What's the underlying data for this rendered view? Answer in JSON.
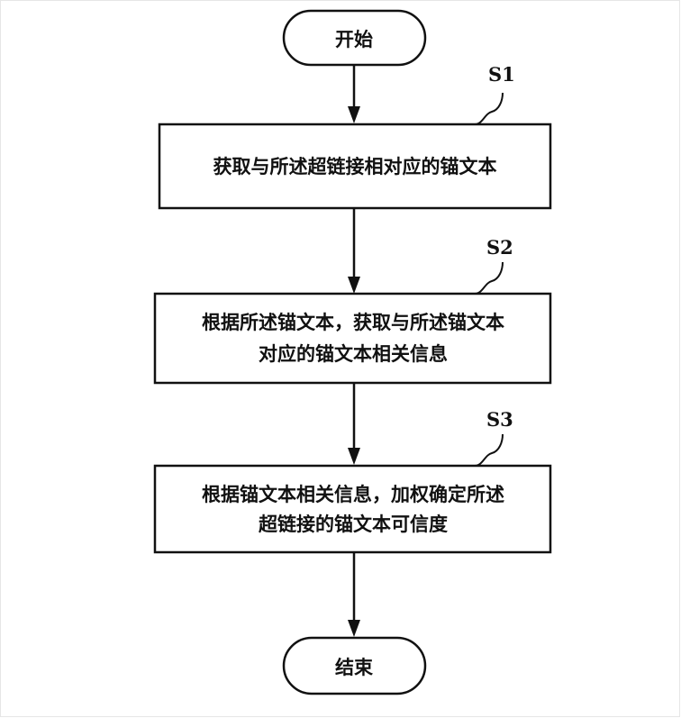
{
  "flowchart": {
    "start": {
      "label": "开始"
    },
    "end": {
      "label": "结束"
    },
    "steps": [
      {
        "tag": "S1",
        "lines": [
          "获取与所述超链接相对应的锚文本"
        ]
      },
      {
        "tag": "S2",
        "lines": [
          "根据所述锚文本，获取与所述锚文本",
          "对应的锚文本相关信息"
        ]
      },
      {
        "tag": "S3",
        "lines": [
          "根据锚文本相关信息，加权确定所述",
          "超链接的锚文本可信度"
        ]
      }
    ]
  }
}
